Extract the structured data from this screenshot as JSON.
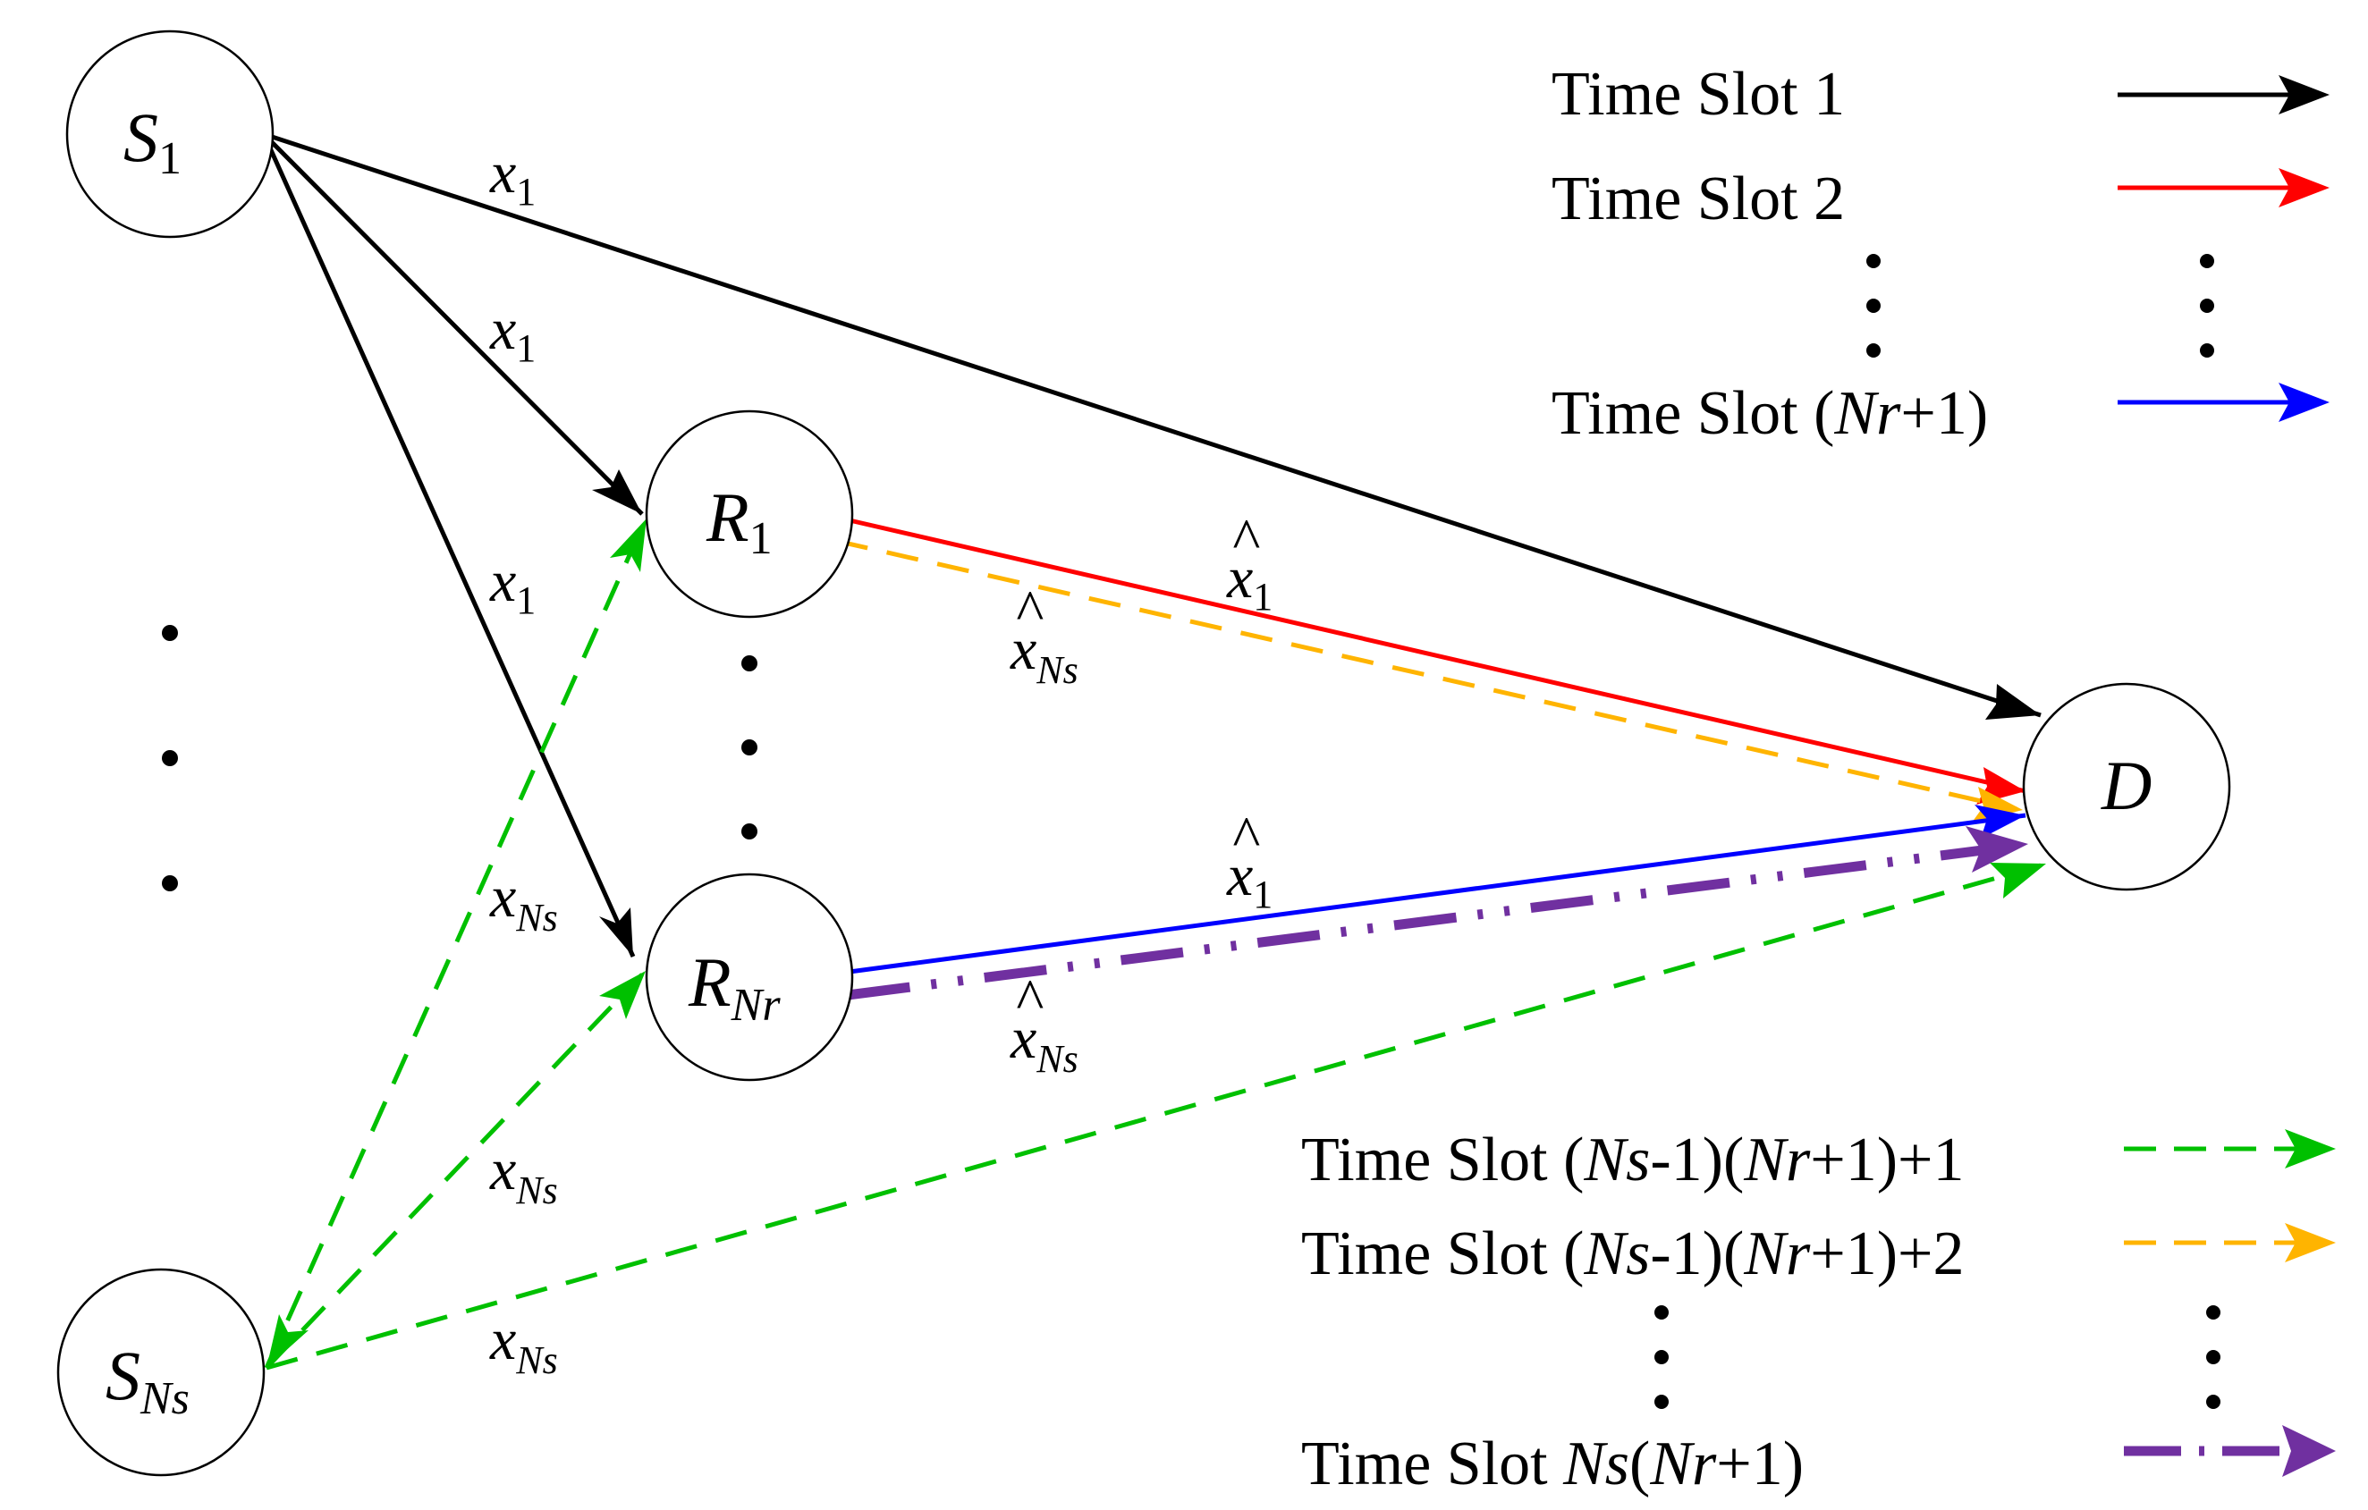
{
  "colors": {
    "slot1": "#000000",
    "slot2": "#ff0000",
    "slot_last_relay": "#0000ff",
    "green": "#00c000",
    "orange": "#ffb400",
    "purple": "#7030a0"
  },
  "nodes": {
    "s1": {
      "main": "S",
      "sub": "1"
    },
    "sns": {
      "main": "S",
      "sub": "Ns"
    },
    "r1": {
      "main": "R",
      "sub": "1"
    },
    "rnr": {
      "main": "R",
      "sub": "Nr"
    },
    "d": {
      "main": "D"
    }
  },
  "edge_labels": {
    "x_main": "x",
    "sub_1": "1",
    "sub_ns": "Ns",
    "hat": "^"
  },
  "legend": {
    "top": {
      "slot1": {
        "text": "Time Slot 1"
      },
      "slot2": {
        "text": "Time Slot 2"
      },
      "slot_nr1": {
        "pre": "Time Slot (",
        "var": "Nr",
        "post": "+1)"
      }
    },
    "bottom": {
      "green": {
        "t1": "Time Slot (",
        "v1": "Ns",
        "t2": "-1)(",
        "v2": "Nr",
        "t3": "+1)+1"
      },
      "orange": {
        "t1": "Time Slot (",
        "v1": "Ns",
        "t2": "-1)(",
        "v2": "Nr",
        "t3": "+1)+2"
      },
      "purple": {
        "t1": "Time Slot ",
        "v1": "Ns",
        "t2": "(",
        "v2": "Nr",
        "t3": "+1)"
      }
    }
  }
}
